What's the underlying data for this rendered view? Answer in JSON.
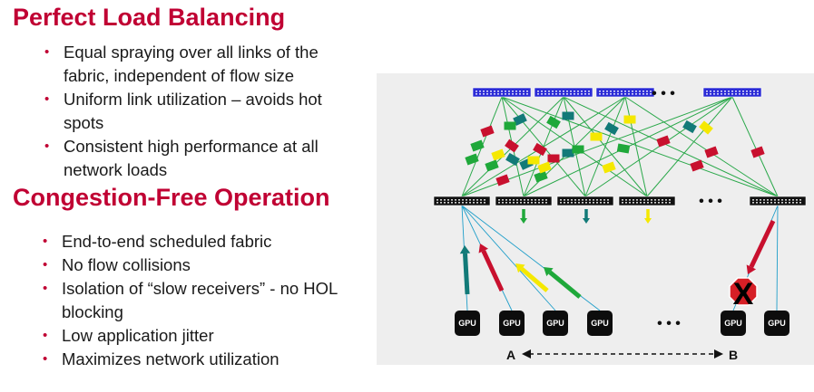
{
  "slide": {
    "section1": {
      "title": "Perfect Load Balancing",
      "bullets": [
        "Equal spraying over all links of the fabric, independent of flow size",
        "Uniform link utilization – avoids hot spots",
        "Consistent high performance at all network loads"
      ]
    },
    "section2": {
      "title": "Congestion-Free Operation",
      "bullets": [
        "End-to-end scheduled fabric",
        "No flow collisions",
        "Isolation of “slow receivers” - no HOL blocking",
        "Low application jitter",
        "Maximizes network utilization"
      ]
    },
    "bullet_glyph": "•"
  },
  "diagram": {
    "gpu_label": "GPU",
    "ellipsis": "• • •",
    "endpoint_a": "A",
    "endpoint_b": "B",
    "blocked_mark": "X",
    "icons": [
      "spine-switch-icon",
      "leaf-switch-icon",
      "gpu-icon",
      "stop-sign-icon",
      "packet-icon",
      "arrow-icon",
      "double-headed-dashed-arrow-icon"
    ],
    "colors": {
      "accent": "#c00033",
      "spine_switch": "#2a2ad6",
      "leaf_switch": "#111111",
      "fabric_link": "#2aa84a",
      "host_link": "#1f9ec9",
      "teal": "#127a78",
      "red": "#c8102e",
      "yellow": "#f5e800",
      "green": "#1fa83a",
      "stop": "#d61f26"
    }
  }
}
